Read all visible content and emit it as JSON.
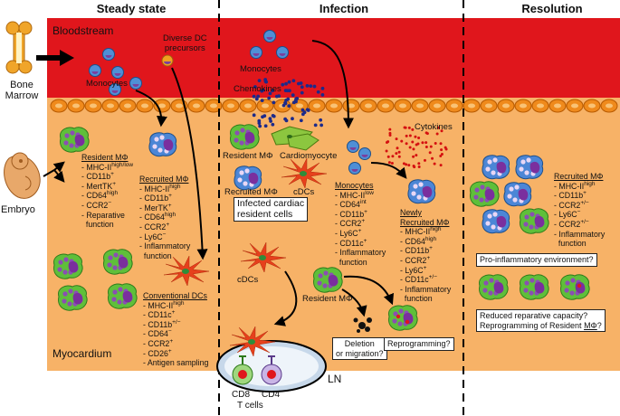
{
  "headers": {
    "steady": "Steady state",
    "infection": "Infection",
    "resolution": "Resolution"
  },
  "regions": {
    "bloodstream": "Bloodstream",
    "myocardium": "Myocardium",
    "bone_marrow": "Bone\nMarrow",
    "embryo": "Embryo",
    "ln": "LN"
  },
  "labels": {
    "diverse_dc": "Diverse DC\nprecursors",
    "monocytes_left": "Monocytes",
    "monocytes_mid": "Monocytes",
    "chemokines": "Chemokines",
    "cytokines": "Cytokines",
    "resident_mf_inf": "Resident MΦ",
    "cardiomyocyte": "Cardiomyocyte",
    "recruited_mf_inf": "Recruited MΦ",
    "cdcs_top": "cDCs",
    "cdcs_mid": "cDCs",
    "resident_mf_low": "Resident MΦ",
    "cd8": "CD8",
    "cd4": "CD4",
    "tcells": "T cells"
  },
  "lists": {
    "resident": {
      "title": "Resident MΦ",
      "items": [
        "- MHC-II<sup>high/low</sup>",
        "- CD11b<sup>+</sup>",
        "- MertTK<sup>+</sup>",
        "- CD64<sup>high</sup>",
        "- CCR2<sup>−</sup>",
        "- Reparative",
        "  function"
      ]
    },
    "recruited": {
      "title": "Recruited MΦ",
      "items": [
        "- MHC-II<sup>high</sup>",
        "- CD11b<sup>+</sup>",
        "- MerTK<sup>+</sup>",
        "- CD64<sup>high</sup>",
        "- CCR2<sup>+</sup>",
        "- Ly6C<sup>−</sup>",
        "- Inflammatory",
        "  function"
      ]
    },
    "conv_dc": {
      "title": "Conventional DCs",
      "items": [
        "- MHC-II<sup>high</sup>",
        "- CD11c<sup>+</sup>",
        "- CD11b<sup>+/−</sup>",
        "- CD64<sup>−</sup>",
        "- CCR2<sup>+</sup>",
        "- CD26<sup>+</sup>",
        "- Antigen sampling"
      ]
    },
    "inf_mono": {
      "title": "Monocytes",
      "items": [
        "- MHC-II<sup>low</sup>",
        "- CD64<sup>int</sup>",
        "- CD11b<sup>+</sup>",
        "- CCR2<sup>+</sup>",
        "- Ly6C<sup>+</sup>",
        "- CD11c<sup>+</sup>",
        "- Inflammatory",
        "  function"
      ]
    },
    "newly": {
      "title": "Newly\nRecruited MΦ",
      "items": [
        "- MHC-II<sup>high</sup>",
        "- CD64<sup>high</sup>",
        "- CD11b<sup>+</sup>",
        "- CCR2<sup>+</sup>",
        "- Ly6C<sup>+</sup>",
        "- CD11c<sup>+/−</sup>",
        "- Inflammatory",
        "  function"
      ]
    },
    "res_recruited": {
      "title": "Recruited MΦ",
      "items": [
        "- MHC-II<sup>high</sup>",
        "- CD11b<sup>+</sup>",
        "- CCR2<sup>+/−</sup>",
        "- Ly6C<sup>−</sup>",
        "- CCR2<sup>+/−</sup>",
        "- Inflammatory",
        "  function"
      ]
    }
  },
  "boxes": {
    "infected": "Infected cardiac\nresident cells",
    "deletion": "Deletion\nor migration?",
    "reprogramming": "Reprogramming?",
    "proinflam": "Pro-inflammatory environment?",
    "reduced": "Reduced reparative capacity?\nReprogramming of Resident <u>MΦ</u>?"
  },
  "colors": {
    "blood": "#e0161c",
    "tissue": "#f7b267",
    "endothelium": "#ef8a1c",
    "cell_purple": "#8a4fb3",
    "dc_red": "#e6401c",
    "cardio_green": "#8cc63f"
  }
}
